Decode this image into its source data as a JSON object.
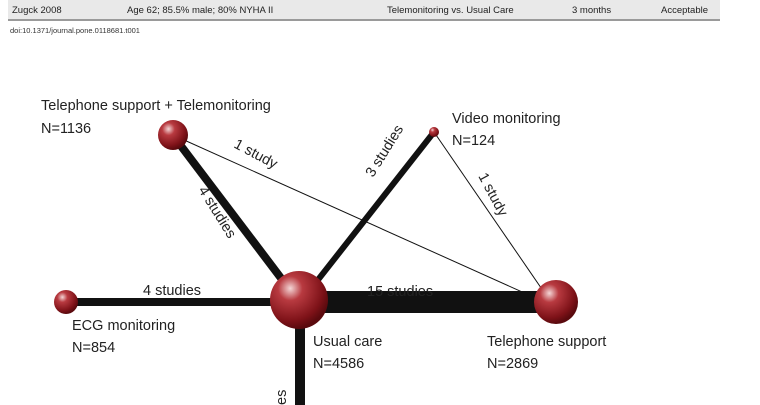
{
  "table_row": {
    "study": "Zugck 2008",
    "population": "Age 62; 85.5% male; 80% NYHA II",
    "comparison": "Telemonitoring vs. Usual Care",
    "duration": "3 months",
    "quality": "Acceptable"
  },
  "doi": "doi:10.1371/journal.pone.0118681.t001",
  "network": {
    "nodes": [
      {
        "name": "Telephone support + Telemonitoring",
        "n": "N=1136"
      },
      {
        "name": "Video monitoring",
        "n": "N=124"
      },
      {
        "name": "ECG monitoring",
        "n": "N=854"
      },
      {
        "name": "Usual care",
        "n": "N=4586"
      },
      {
        "name": "Telephone support",
        "n": "N=2869"
      }
    ],
    "edges": [
      {
        "from": "Telephone support + Telemonitoring",
        "to": "Telephone support",
        "label": "1 study",
        "studies": 1
      },
      {
        "from": "Telephone support + Telemonitoring",
        "to": "Usual care",
        "label": "4 studies",
        "studies": 4
      },
      {
        "from": "Video monitoring",
        "to": "Usual care",
        "label": "3 studies",
        "studies": 3
      },
      {
        "from": "Video monitoring",
        "to": "Telephone support",
        "label": "1 study",
        "studies": 1
      },
      {
        "from": "ECG monitoring",
        "to": "Usual care",
        "label": "4 studies",
        "studies": 4
      },
      {
        "from": "Usual care",
        "to": "Telephone support",
        "label": "15 studies",
        "studies": 15
      },
      {
        "from": "Usual care",
        "to": "(cropped)",
        "label": "es"
      }
    ]
  },
  "colors": {
    "node": "#8b1a1f",
    "edge": "#111111"
  }
}
